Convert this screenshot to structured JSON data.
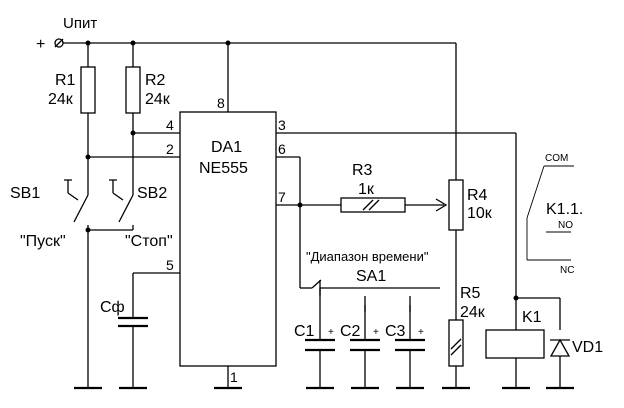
{
  "supply": {
    "label": "Uпит",
    "plus": "+"
  },
  "ic": {
    "ref": "DA1",
    "type": "NE555"
  },
  "pins": {
    "p1": "1",
    "p2": "2",
    "p3": "3",
    "p4": "4",
    "p5": "5",
    "p6": "6",
    "p7": "7",
    "p8": "8"
  },
  "resistors": {
    "r1": {
      "ref": "R1",
      "value": "24к"
    },
    "r2": {
      "ref": "R2",
      "value": "24к"
    },
    "r3": {
      "ref": "R3",
      "value": "1к"
    },
    "r4": {
      "ref": "R4",
      "value": "10к"
    },
    "r5": {
      "ref": "R5",
      "value": "24к"
    }
  },
  "switches": {
    "sb1": {
      "ref": "SB1",
      "caption": "\"Пуск\""
    },
    "sb2": {
      "ref": "SB2",
      "caption": "\"Стоп\""
    },
    "sa1": {
      "ref": "SA1",
      "caption": "\"Диапазон времени\""
    }
  },
  "capacitors": {
    "cf": {
      "ref": "Сф"
    },
    "c1": {
      "ref": "C1"
    },
    "c2": {
      "ref": "C2"
    },
    "c3": {
      "ref": "C3"
    },
    "polarity": "+"
  },
  "relay": {
    "ref": "K1",
    "contact_ref": "K1.1.",
    "com": "COM",
    "no": "NO",
    "nc": "NC"
  },
  "diode": {
    "ref": "VD1"
  }
}
